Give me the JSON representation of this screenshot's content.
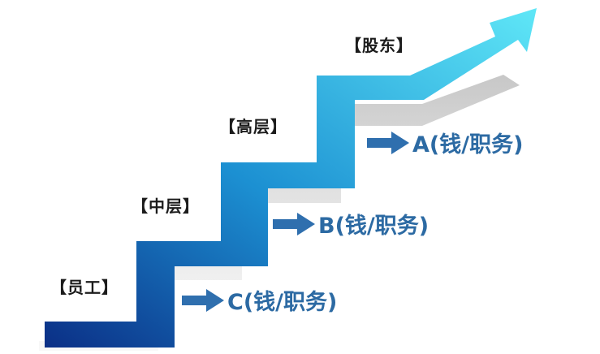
{
  "steps": [
    {
      "label": "【员工】"
    },
    {
      "label": "【中层】"
    },
    {
      "label": "【高层】"
    },
    {
      "label": "【股东】"
    }
  ],
  "rewards": [
    {
      "label": "C(钱/职务)"
    },
    {
      "label": "B(钱/职务)"
    },
    {
      "label": "A(钱/职务)"
    }
  ],
  "colors": {
    "stair_light": "#5fe7f7",
    "stair_mid": "#1c90d2",
    "stair_dark": "#0b2f86",
    "reward_text": "#2c6aa3",
    "arrow_fill": "#2f6fae"
  },
  "icons": {
    "step_arrow": "arrow-up-right-icon",
    "reward_arrow": "arrow-right-icon"
  }
}
